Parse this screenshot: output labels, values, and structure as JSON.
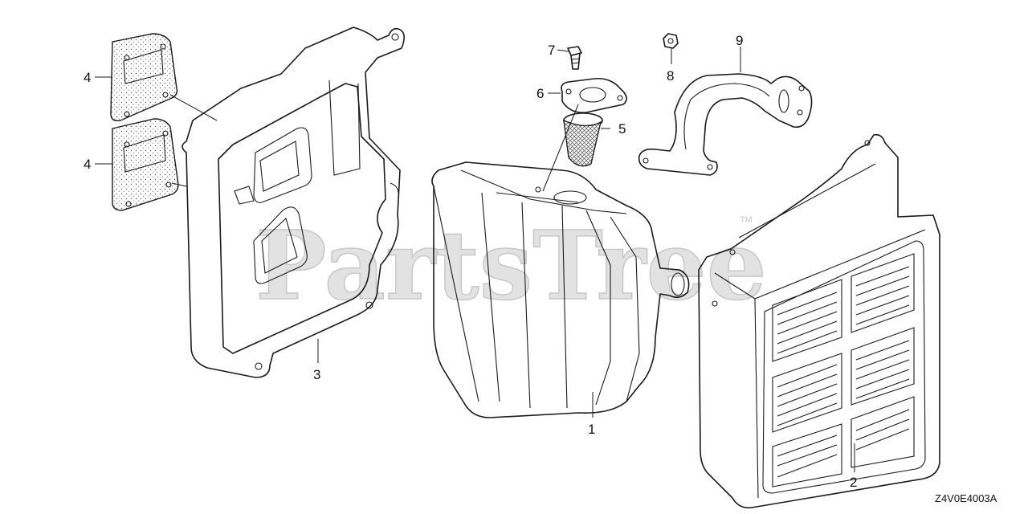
{
  "watermark": {
    "text": "PartsTree",
    "trademark": "™"
  },
  "diagram_code": "Z4V0E4003A",
  "callouts": [
    {
      "id": "1",
      "label": "1"
    },
    {
      "id": "2",
      "label": "2"
    },
    {
      "id": "3",
      "label": "3"
    },
    {
      "id": "4a",
      "label": "4"
    },
    {
      "id": "4b",
      "label": "4"
    },
    {
      "id": "5",
      "label": "5"
    },
    {
      "id": "6",
      "label": "6"
    },
    {
      "id": "7",
      "label": "7"
    },
    {
      "id": "8",
      "label": "8"
    },
    {
      "id": "9",
      "label": "9"
    }
  ]
}
